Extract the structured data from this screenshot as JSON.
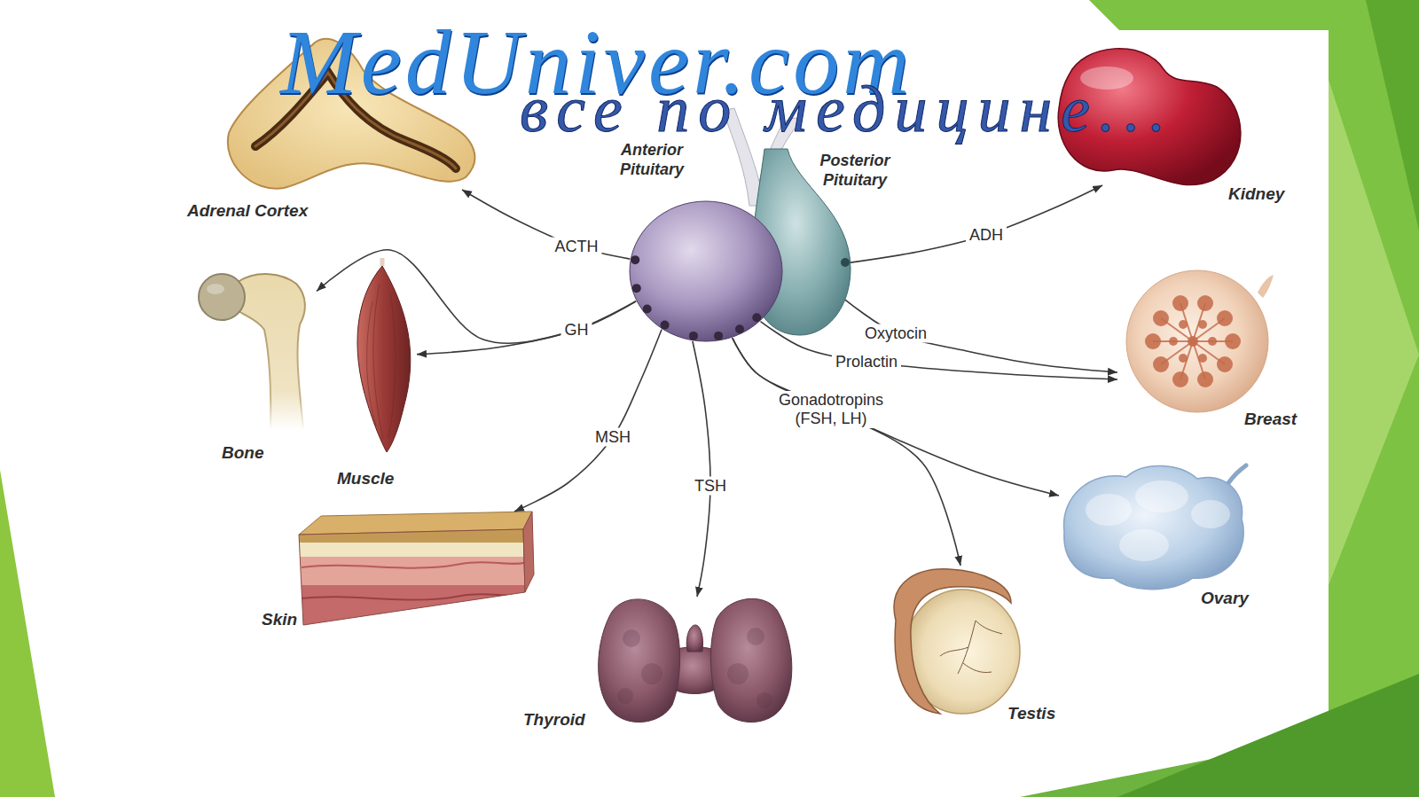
{
  "diagram": {
    "nodes": [
      {
        "text": [
          "Adrenal Cortex"
        ]
      },
      {
        "text": [
          "Anterior Pituitary"
        ]
      },
      {
        "text": [
          "Posterior Pituitary"
        ]
      },
      {
        "text": [
          "Kidney"
        ]
      },
      {
        "text": [
          "Bone"
        ]
      },
      {
        "text": [
          "Muscle"
        ]
      },
      {
        "text": [
          "Breast"
        ]
      },
      {
        "text": [
          "Skin"
        ]
      },
      {
        "text": [
          "Ovary"
        ]
      },
      {
        "text": [
          "Thyroid"
        ]
      },
      {
        "text": [
          "Testis"
        ]
      }
    ],
    "edges": [
      {
        "from": 1,
        "to": 0,
        "label": "ACTH",
        "arrow": "to"
      },
      {
        "from": 2,
        "to": 3,
        "label": "ADH",
        "arrow": "to"
      },
      {
        "from": 1,
        "to": 5,
        "label": "GH",
        "arrow": "to"
      },
      {
        "from": 1,
        "to": 4,
        "arrow": "to"
      },
      {
        "from": 1,
        "to": 7,
        "label": "MSH",
        "arrow": "to"
      },
      {
        "from": 1,
        "to": 9,
        "label": "TSH",
        "arrow": "to"
      },
      {
        "from": 1,
        "to": 6,
        "label": "Prolactin",
        "arrow": "to"
      },
      {
        "from": 2,
        "to": 6,
        "label": "Oxytocin",
        "arrow": "to"
      },
      {
        "from": 1,
        "to": 10,
        "label": "Gonadotropins (FSH, LH)",
        "arrow": "to"
      },
      {
        "from": 1,
        "to": 8,
        "arrow": "to"
      }
    ],
    "labels": [
      "MedUniver.com",
      "все по медицине..."
    ]
  }
}
